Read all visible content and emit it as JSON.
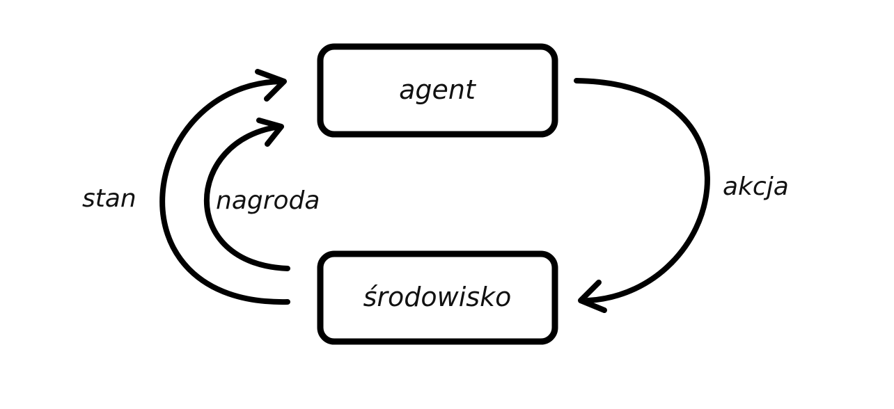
{
  "nodes": {
    "agent": {
      "label": "agent"
    },
    "environment": {
      "label": "środowisko"
    }
  },
  "edges": {
    "action": {
      "label": "akcja",
      "from": "agent",
      "to": "środowisko"
    },
    "state": {
      "label": "stan",
      "from": "środowisko",
      "to": "agent"
    },
    "reward": {
      "label": "nagroda",
      "from": "środowisko",
      "to": "agent"
    }
  },
  "colors": {
    "stroke": "#000000",
    "background": "#ffffff"
  }
}
